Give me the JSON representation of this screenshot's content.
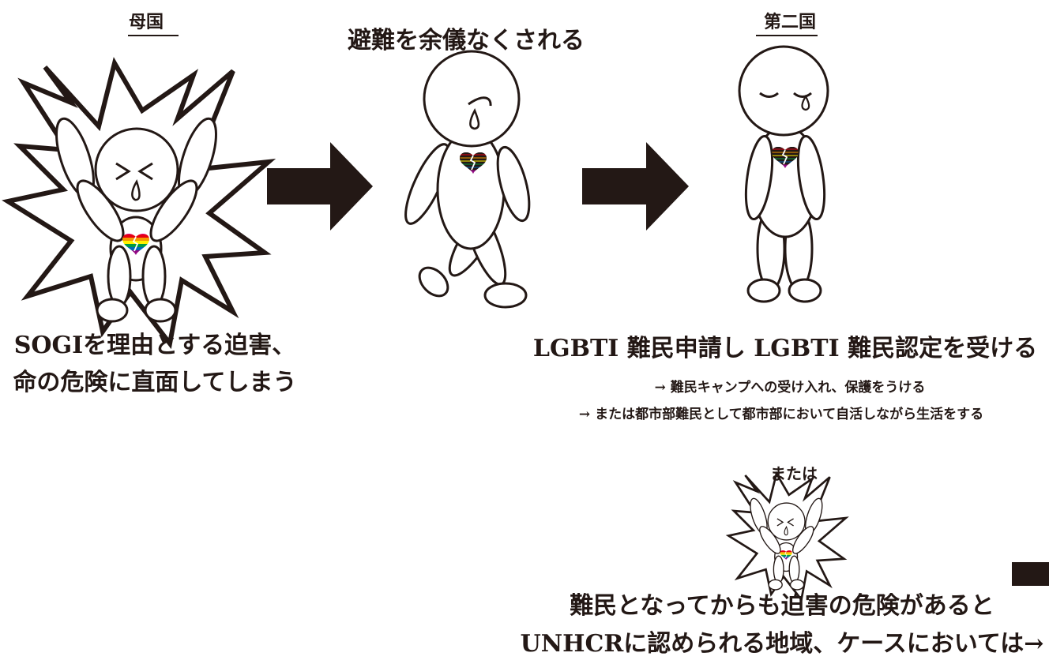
{
  "labels": {
    "home_country": "母国",
    "forced_flight": "避難を余儀なくされる",
    "second_country": "第二国",
    "home_caption_1": "SOGIを理由とする迫害、",
    "home_caption_2": "命の危険に直面してしまう",
    "second_caption": "LGBTI 難民申請し LGBTI 難民認定を受ける",
    "outcome_1": "→ 難民キャンプへの受け入れ、保護をうける",
    "outcome_2": "→ または都市部難民として都市部において自活しながら生活をする",
    "or_label": "または",
    "risk_caption_1": "難民となってからも迫害の危険があると",
    "risk_caption_2": "UNHCRに認められる地域、ケースにおいては→"
  },
  "colors": {
    "ink": "#231815",
    "rainbow": [
      "#e4007f",
      "#e60012",
      "#f39800",
      "#fff100",
      "#009944",
      "#0068b7",
      "#920783"
    ],
    "tab": "#231815"
  },
  "icons": {
    "figure_home": "distressed-person-icon",
    "figure_walking": "crying-walking-person-icon",
    "figure_second": "standing-person-icon",
    "figure_risk": "small-distressed-person-icon",
    "arrow": "right-arrow-icon",
    "heart": "rainbow-heart-icon"
  }
}
